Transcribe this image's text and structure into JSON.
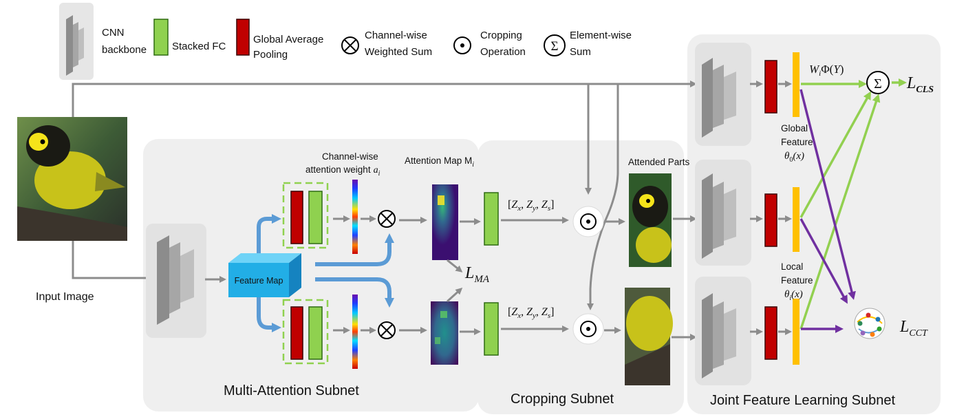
{
  "legend": {
    "cnn": "CNN\nbackbone",
    "fc": "Stacked FC",
    "gap": "Global Average\nPooling",
    "cws": "Channel-wise\nWeighted Sum",
    "crop": "Cropping\nOperation",
    "sum": "Element-wise\nSum"
  },
  "labels": {
    "input_image": "Input Image",
    "feature_map": "Feature Map",
    "channel_weight": "Channel-wise\nattention weight",
    "channel_weight_sym": "a",
    "channel_weight_sub": "i",
    "attention_map": "Attention Map M",
    "attention_map_sub": "i",
    "attended_parts": "Attended Parts",
    "global_feature": "Global\nFeature",
    "global_theta": "θ",
    "global_theta_sub": "0",
    "global_theta_arg": "(x)",
    "local_feature": "Local\nFeature",
    "local_theta": "θ",
    "local_theta_sub": "i",
    "local_theta_arg": "(x)",
    "zxyz": "[Z",
    "z_x": "x",
    "z_y": "y",
    "z_s": "s",
    "weighted_phi": "W",
    "weighted_phi_sub": "i",
    "weighted_phi_rest": "Φ(",
    "weighted_phi_y": "Y",
    "weighted_phi_close": ")",
    "l_ma": "L",
    "l_ma_sub": "MA",
    "l_cls": "L",
    "l_cls_sub": "CLS",
    "l_cct": "L",
    "l_cct_sub": "CCT"
  },
  "subnets": {
    "multi_attention": "Multi-Attention Subnet",
    "cropping": "Cropping Subnet",
    "joint": "Joint Feature Learning Subnet"
  },
  "colors": {
    "fc_green": "#8fd14f",
    "gap_red": "#c00000",
    "feature_orange": "#ffc000",
    "arrow_gray": "#8c8c8c",
    "arrow_blue": "#5b9bd5",
    "arrow_green": "#92d050",
    "arrow_purple": "#7030a0",
    "feature_map_blue": "#22aee6",
    "panel_gray": "#efefef"
  }
}
